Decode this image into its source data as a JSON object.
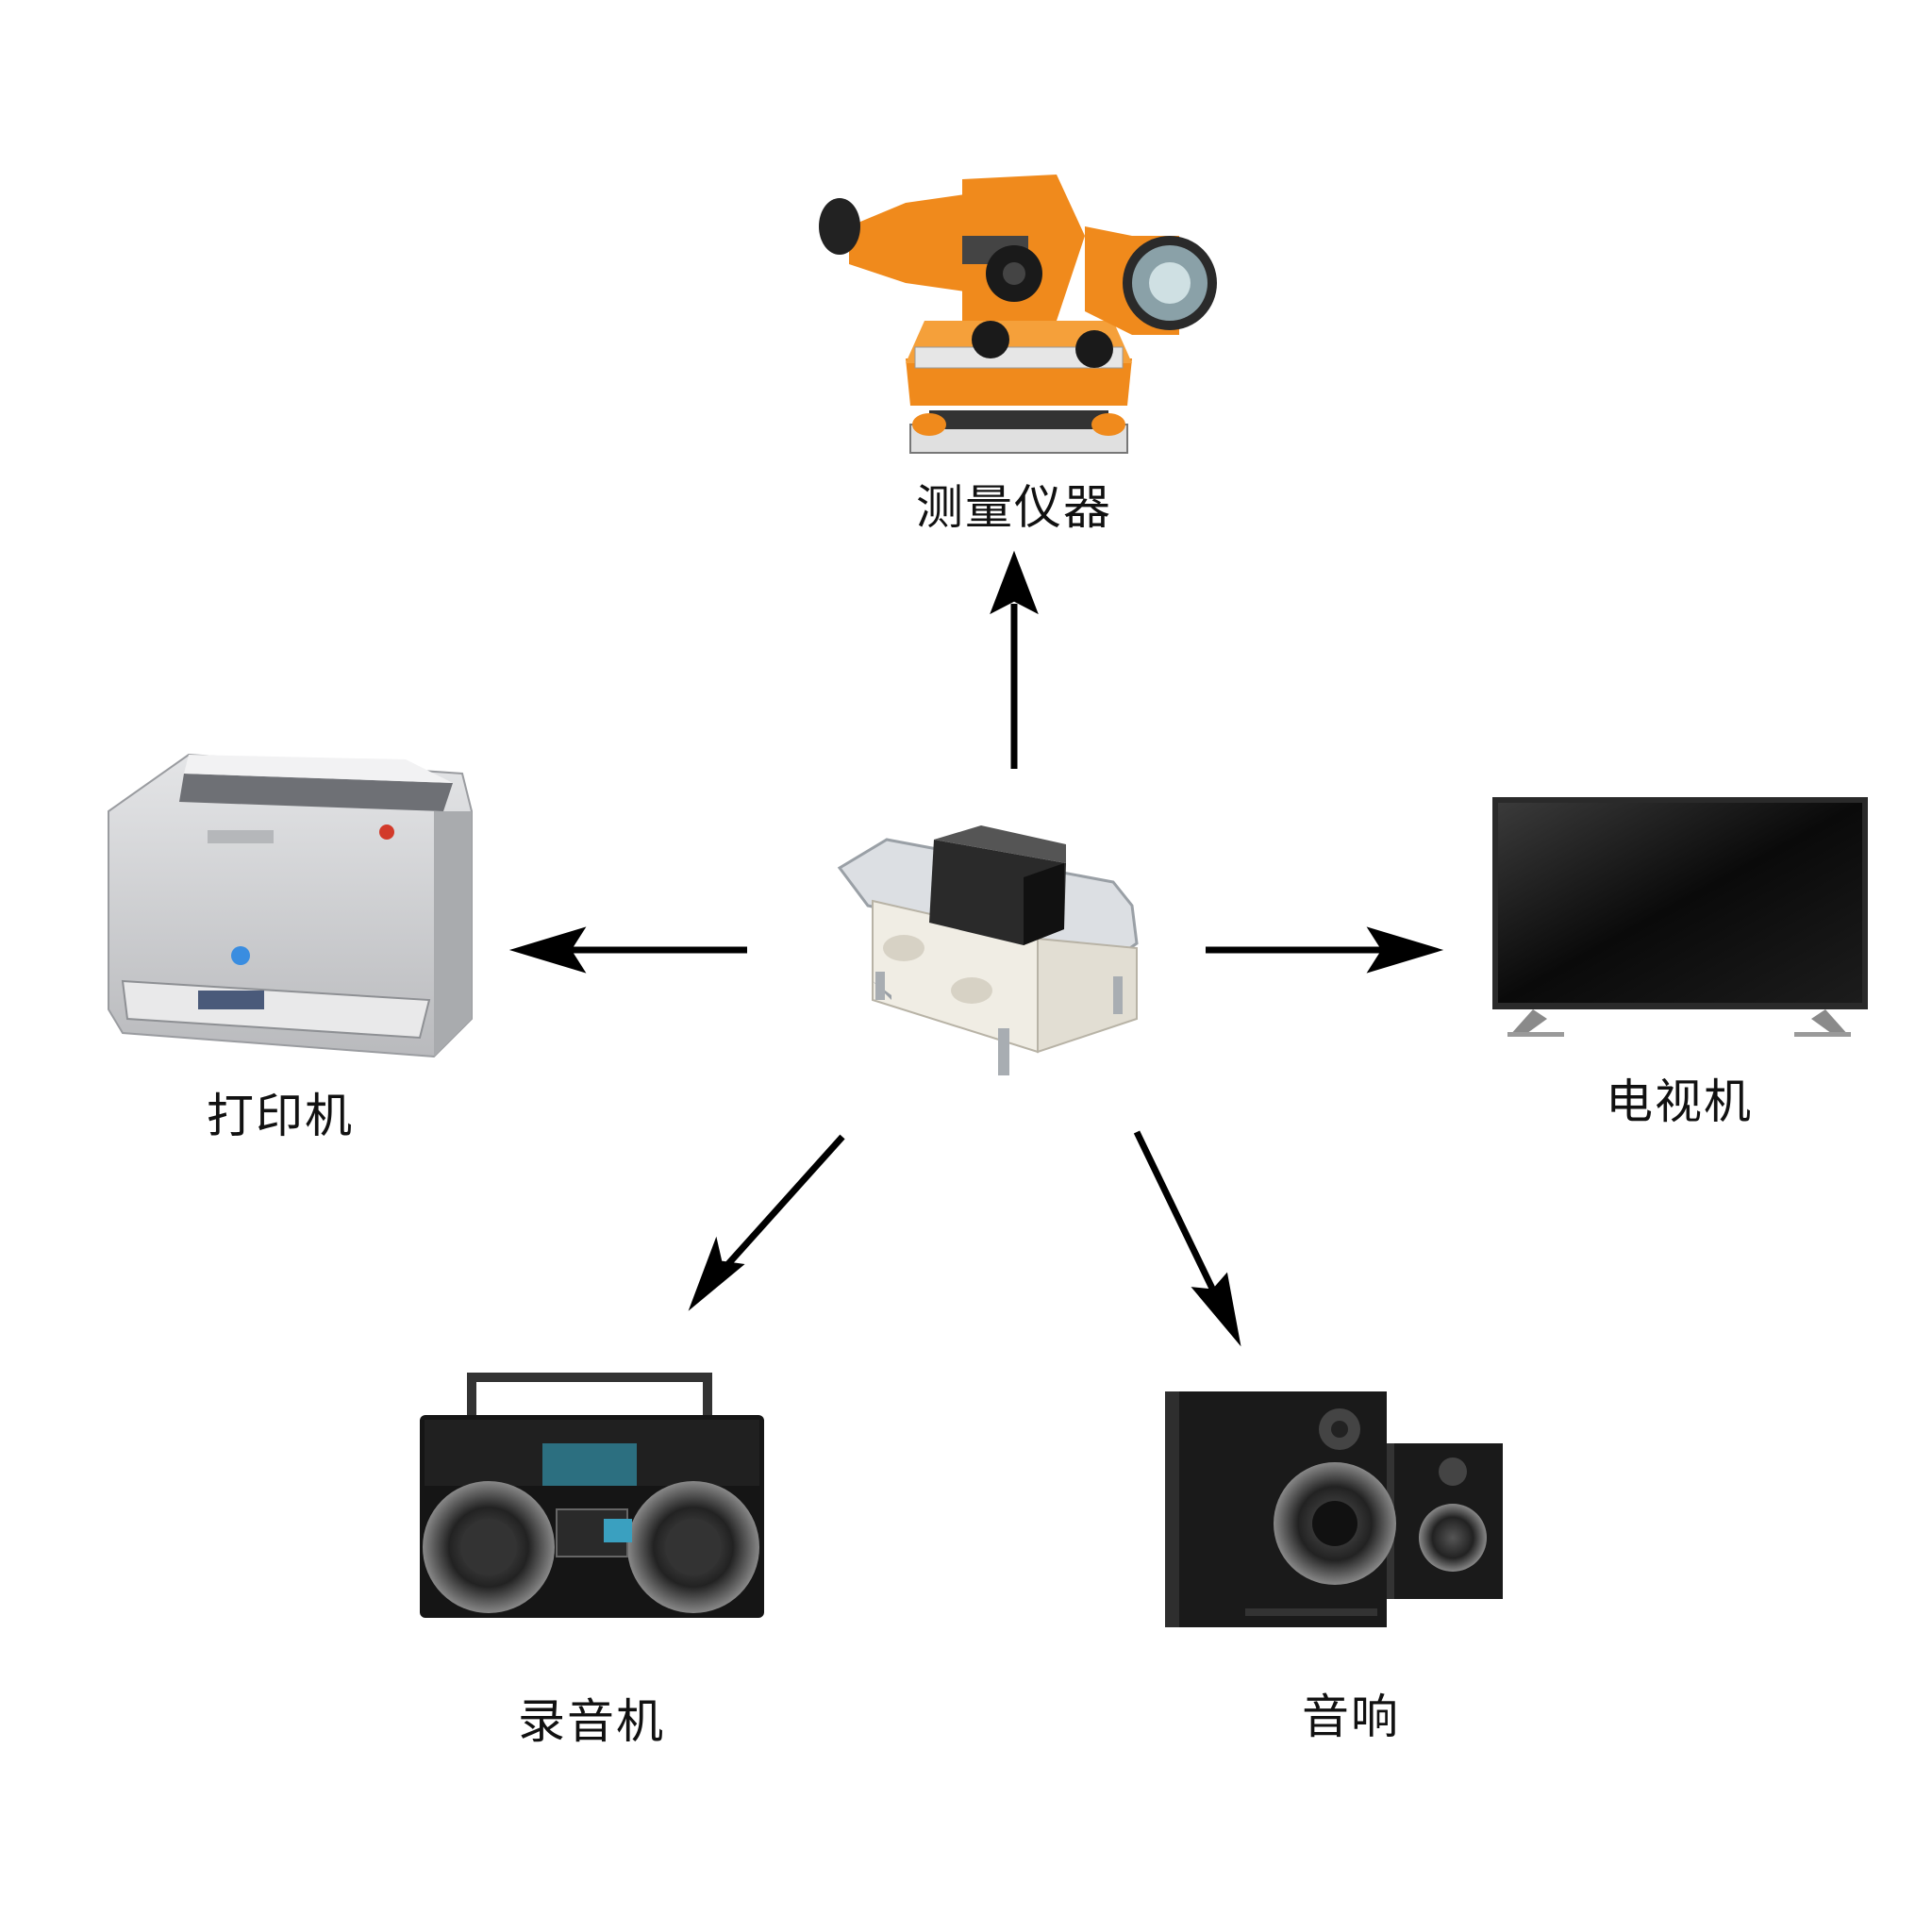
{
  "center": {
    "name": "tact-switch"
  },
  "nodes": [
    {
      "id": "surveying",
      "label": "测量仪器"
    },
    {
      "id": "printer",
      "label": "打印机"
    },
    {
      "id": "tv",
      "label": "电视机"
    },
    {
      "id": "recorder",
      "label": "录音机"
    },
    {
      "id": "speaker",
      "label": "音响"
    }
  ],
  "colors": {
    "arrow": "#000000",
    "instrument": "#f08a1c",
    "printer": "#c9cacc",
    "dark": "#1a1a1a"
  }
}
